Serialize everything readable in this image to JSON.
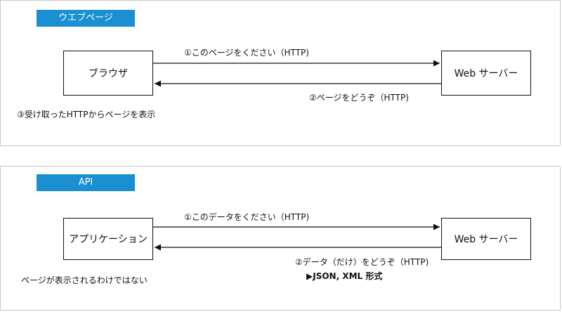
{
  "web": {
    "tag": "ウエブページ",
    "client": "ブラウザ",
    "server": "Web サーバー",
    "request": "①このページをください（HTTP)",
    "response": "②ページをどうぞ（HTTP)",
    "note": "③受け取ったHTTPからページを表示"
  },
  "api": {
    "tag": "API",
    "client": "アプリケーション",
    "server": "Web サーバー",
    "request": "①このデータをください（HTTP)",
    "response": "②データ（だけ）をどうぞ（HTTP)",
    "format": "▶JSON, XML 形式",
    "note": "ページが表示されるわけではない"
  },
  "colors": {
    "tag_background": "#1a8fd2",
    "line": "#111111"
  }
}
